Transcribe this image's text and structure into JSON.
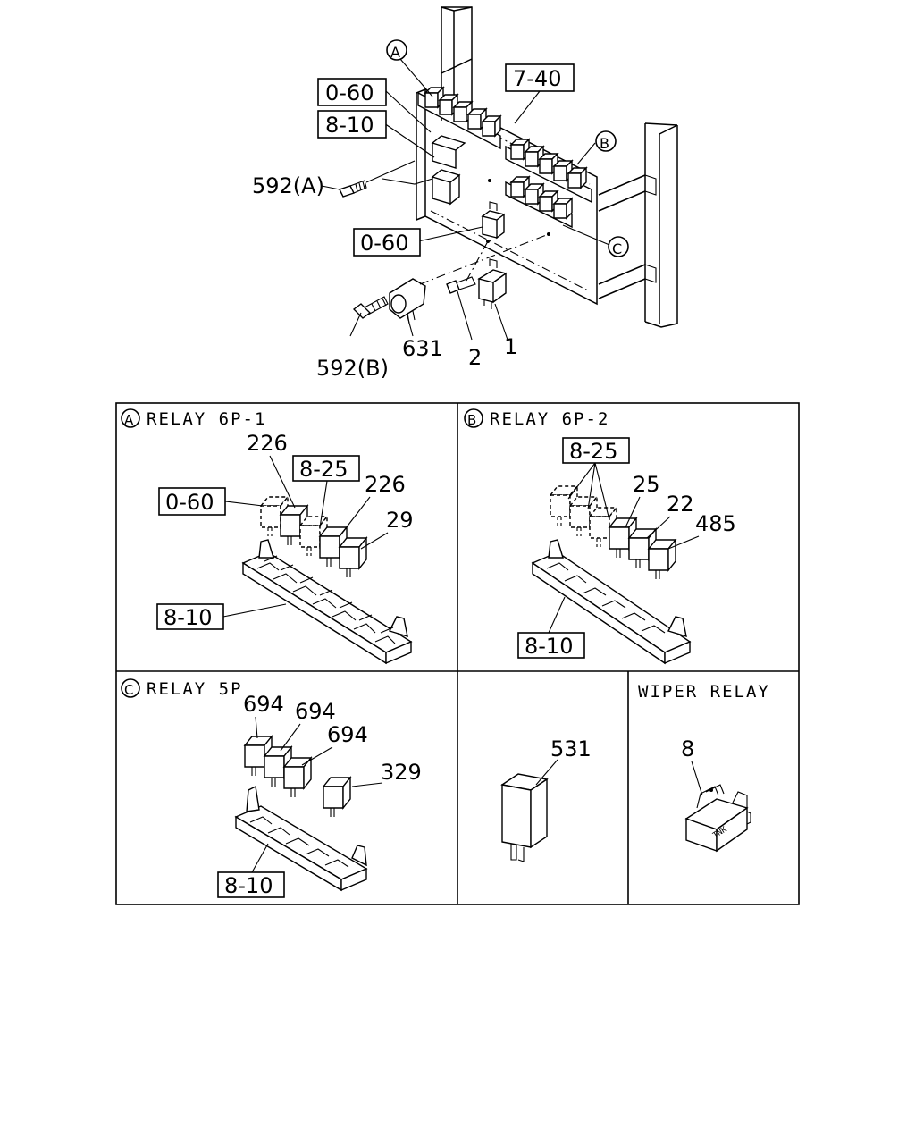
{
  "overview": {
    "callouts": {
      "letter_a": "A",
      "letter_b": "B",
      "letter_c": "C",
      "ref_0_60_top": "0-60",
      "ref_8_10_top": "8-10",
      "ref_7_40": "7-40",
      "ref_0_60_mid": "0-60",
      "p592a": "592(A)",
      "p592b": "592(B)",
      "p631": "631",
      "p2": "2",
      "p1": "1"
    }
  },
  "panels": {
    "a": {
      "letter": "A",
      "title": "RELAY 6P-1",
      "ref_0_60": "0-60",
      "ref_8_25": "8-25",
      "ref_8_10": "8-10",
      "p226a": "226",
      "p226b": "226",
      "p29": "29"
    },
    "b": {
      "letter": "B",
      "title": "RELAY 6P-2",
      "ref_8_25": "8-25",
      "ref_8_10": "8-10",
      "p25": "25",
      "p22": "22",
      "p485": "485"
    },
    "c": {
      "letter": "C",
      "title": "RELAY 5P",
      "ref_8_10": "8-10",
      "p694a": "694",
      "p694b": "694",
      "p694c": "694",
      "p329": "329"
    },
    "d": {
      "p531": "531"
    },
    "e": {
      "title": "WIPER RELAY",
      "p8": "8",
      "marking": "TNK"
    }
  }
}
